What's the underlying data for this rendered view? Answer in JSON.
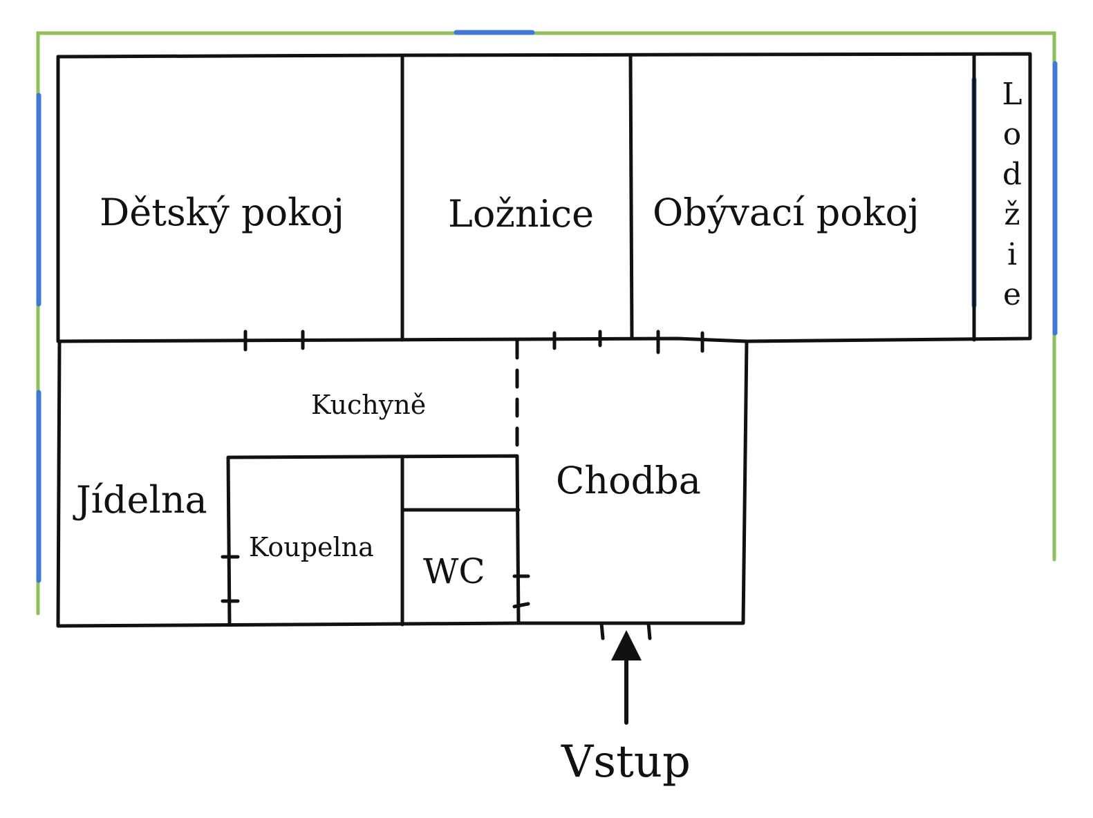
{
  "rooms": {
    "detsky_pokoj": "Dětský pokoj",
    "loznice": "Ložnice",
    "obyvaci_pokoj": "Obývací pokoj",
    "lodzie_letters": [
      "L",
      "o",
      "d",
      "ž",
      "i",
      "e"
    ],
    "kuchyne": "Kuchyně",
    "jidelna": "Jídelna",
    "koupelna": "Koupelna",
    "wc": "WC",
    "chodba": "Chodba"
  },
  "entrance": {
    "label": "Vstup"
  },
  "colors": {
    "wall": "#111111",
    "boundary": "#8dc05a",
    "window": "#3f78d6"
  }
}
